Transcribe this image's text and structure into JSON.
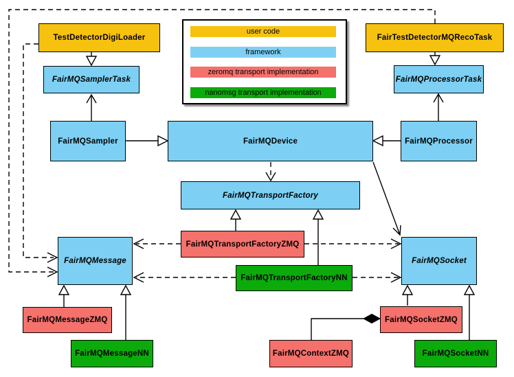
{
  "diagram": {
    "legend": {
      "items": [
        {
          "label": "user code",
          "color": "#f6c20f"
        },
        {
          "label": "framework",
          "color": "#7dd0f3"
        },
        {
          "label": "zeromq transport implementation",
          "color": "#f4716c"
        },
        {
          "label": "nanomsg transport implementation",
          "color": "#0bab0b"
        }
      ]
    },
    "colors": {
      "user_code": "#f6c20f",
      "framework": "#7dd0f3",
      "zeromq": "#f4716c",
      "nanomsg": "#0bab0b",
      "border": "#000000",
      "background": "#ffffff"
    },
    "nodes": {
      "testDetectorDigiLoader": {
        "label": "TestDetectorDigiLoader",
        "category": "user code",
        "abstract": false
      },
      "fairTestDetectorMQRecoTask": {
        "label": "FairTestDetectorMQRecoTask",
        "category": "user code",
        "abstract": false
      },
      "fairMQSamplerTask": {
        "label": "FairMQSamplerTask",
        "category": "framework",
        "abstract": true
      },
      "fairMQProcessorTask": {
        "label": "FairMQProcessorTask",
        "category": "framework",
        "abstract": true
      },
      "fairMQSampler": {
        "label": "FairMQSampler",
        "category": "framework",
        "abstract": false
      },
      "fairMQDevice": {
        "label": "FairMQDevice",
        "category": "framework",
        "abstract": false
      },
      "fairMQProcessor": {
        "label": "FairMQProcessor",
        "category": "framework",
        "abstract": false
      },
      "fairMQTransportFactory": {
        "label": "FairMQTransportFactory",
        "category": "framework",
        "abstract": true
      },
      "fairMQTransportFactoryZMQ": {
        "label": "FairMQTransportFactoryZMQ",
        "category": "zeromq",
        "abstract": false
      },
      "fairMQTransportFactoryNN": {
        "label": "FairMQTransportFactoryNN",
        "category": "nanomsg",
        "abstract": false
      },
      "fairMQMessage": {
        "label": "FairMQMessage",
        "category": "framework",
        "abstract": true
      },
      "fairMQSocket": {
        "label": "FairMQSocket",
        "category": "framework",
        "abstract": true
      },
      "fairMQMessageZMQ": {
        "label": "FairMQMessageZMQ",
        "category": "zeromq",
        "abstract": false
      },
      "fairMQMessageNN": {
        "label": "FairMQMessageNN",
        "category": "nanomsg",
        "abstract": false
      },
      "fairMQContextZMQ": {
        "label": "FairMQContextZMQ",
        "category": "zeromq",
        "abstract": false
      },
      "fairMQSocketZMQ": {
        "label": "FairMQSocketZMQ",
        "category": "zeromq",
        "abstract": false
      },
      "fairMQSocketNN": {
        "label": "FairMQSocketNN",
        "category": "nanomsg",
        "abstract": false
      }
    },
    "edges": [
      {
        "from": "TestDetectorDigiLoader",
        "to": "FairMQSamplerTask",
        "type": "inheritance"
      },
      {
        "from": "FairTestDetectorMQRecoTask",
        "to": "FairMQProcessorTask",
        "type": "inheritance"
      },
      {
        "from": "FairMQSampler",
        "to": "FairMQSamplerTask",
        "type": "association"
      },
      {
        "from": "FairMQProcessor",
        "to": "FairMQProcessorTask",
        "type": "association"
      },
      {
        "from": "FairMQSampler",
        "to": "FairMQDevice",
        "type": "inheritance"
      },
      {
        "from": "FairMQProcessor",
        "to": "FairMQDevice",
        "type": "inheritance"
      },
      {
        "from": "FairMQDevice",
        "to": "FairMQTransportFactory",
        "type": "dependency"
      },
      {
        "from": "FairMQDevice",
        "to": "FairMQSocket",
        "type": "association"
      },
      {
        "from": "FairMQTransportFactoryZMQ",
        "to": "FairMQTransportFactory",
        "type": "inheritance"
      },
      {
        "from": "FairMQTransportFactoryNN",
        "to": "FairMQTransportFactory",
        "type": "inheritance"
      },
      {
        "from": "FairMQTransportFactoryZMQ",
        "to": "FairMQMessage",
        "type": "dependency"
      },
      {
        "from": "FairMQTransportFactoryZMQ",
        "to": "FairMQSocket",
        "type": "dependency"
      },
      {
        "from": "FairMQTransportFactoryNN",
        "to": "FairMQMessage",
        "type": "dependency"
      },
      {
        "from": "FairMQTransportFactoryNN",
        "to": "FairMQSocket",
        "type": "dependency"
      },
      {
        "from": "TestDetectorDigiLoader",
        "to": "FairMQMessage",
        "type": "dependency"
      },
      {
        "from": "FairTestDetectorMQRecoTask",
        "to": "FairMQMessage",
        "type": "dependency"
      },
      {
        "from": "FairMQMessageZMQ",
        "to": "FairMQMessage",
        "type": "inheritance"
      },
      {
        "from": "FairMQMessageNN",
        "to": "FairMQMessage",
        "type": "inheritance"
      },
      {
        "from": "FairMQSocketZMQ",
        "to": "FairMQSocket",
        "type": "inheritance"
      },
      {
        "from": "FairMQSocketNN",
        "to": "FairMQSocket",
        "type": "inheritance"
      },
      {
        "from": "FairMQContextZMQ",
        "to": "FairMQSocketZMQ",
        "type": "composition"
      }
    ]
  }
}
